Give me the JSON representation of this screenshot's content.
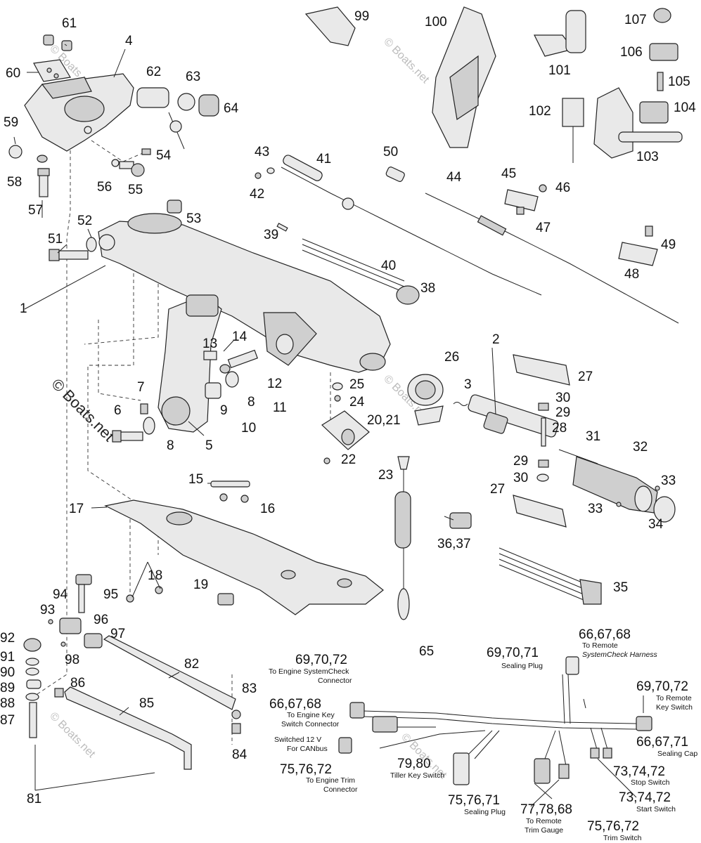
{
  "watermark": {
    "text": "© Boats.net"
  },
  "callouts": {
    "c1": "1",
    "c2": "2",
    "c3": "3",
    "c4": "4",
    "c5": "5",
    "c6": "6",
    "c7": "7",
    "c8a": "8",
    "c8b": "8",
    "c9": "9",
    "c10": "10",
    "c11": "11",
    "c12": "12",
    "c13": "13",
    "c14": "14",
    "c15": "15",
    "c16": "16",
    "c17": "17",
    "c18": "18",
    "c19": "19",
    "c2021": "20,21",
    "c22": "22",
    "c23": "23",
    "c24": "24",
    "c25": "25",
    "c26": "26",
    "c27a": "27",
    "c27b": "27",
    "c28": "28",
    "c29a": "29",
    "c29b": "29",
    "c30a": "30",
    "c30b": "30",
    "c31": "31",
    "c32": "32",
    "c33a": "33",
    "c33b": "33",
    "c34": "34",
    "c35": "35",
    "c3637": "36,37",
    "c38": "38",
    "c39": "39",
    "c40": "40",
    "c41": "41",
    "c42": "42",
    "c43": "43",
    "c44": "44",
    "c45": "45",
    "c46": "46",
    "c47": "47",
    "c48": "48",
    "c49": "49",
    "c50": "50",
    "c51": "51",
    "c52": "52",
    "c53": "53",
    "c54": "54",
    "c55": "55",
    "c56": "56",
    "c57": "57",
    "c58": "58",
    "c59": "59",
    "c60": "60",
    "c61": "61",
    "c62": "62",
    "c63": "63",
    "c64": "64",
    "c65": "65",
    "c81": "81",
    "c82": "82",
    "c83": "83",
    "c84": "84",
    "c85": "85",
    "c86": "86",
    "c87": "87",
    "c88": "88",
    "c89": "89",
    "c90": "90",
    "c91": "91",
    "c92": "92",
    "c93": "93",
    "c94": "94",
    "c95": "95",
    "c96": "96",
    "c97": "97",
    "c98": "98",
    "c99": "99",
    "c100": "100",
    "c101": "101",
    "c102": "102",
    "c103": "103",
    "c104": "104",
    "c105": "105",
    "c106": "106",
    "c107": "107"
  },
  "harness_labels": {
    "l666768top": {
      "num": "66,67,68",
      "line1": "To Remote",
      "line2": "SystemCheck Harness"
    },
    "l697071": {
      "num": "69,70,71",
      "line1": "Sealing Plug"
    },
    "l697072a": {
      "num": "69,70,72",
      "line1": "To Engine SystemCheck",
      "line2": "Connector"
    },
    "l697072b": {
      "num": "69,70,72",
      "line1": "To Remote",
      "line2": "Key Switch"
    },
    "l666768b": {
      "num": "66,67,68",
      "line1": "To Engine Key",
      "line2": "Switch Connector"
    },
    "l666771": {
      "num": "66,67,71",
      "line1": "Sealing Cap"
    },
    "lswitched": {
      "line1": "Switched 12 V",
      "line2": "For CANbus"
    },
    "l757672a": {
      "num": "75,76,72",
      "line1": "To Engine Trim",
      "line2": "Connector"
    },
    "l7980": {
      "num": "79,80",
      "line1": "Tiller Key Switch"
    },
    "l737472a": {
      "num": "73,74,72",
      "line1": "Stop Switch"
    },
    "l737472b": {
      "num": "73,74,72",
      "line1": "Start Switch"
    },
    "l757671": {
      "num": "75,76,71",
      "line1": "Sealing Plug"
    },
    "l777868": {
      "num": "77,78,68",
      "line1": "To Remote",
      "line2": "Trim Gauge"
    },
    "l757672b": {
      "num": "75,76,72",
      "line1": "Trim Switch"
    }
  }
}
